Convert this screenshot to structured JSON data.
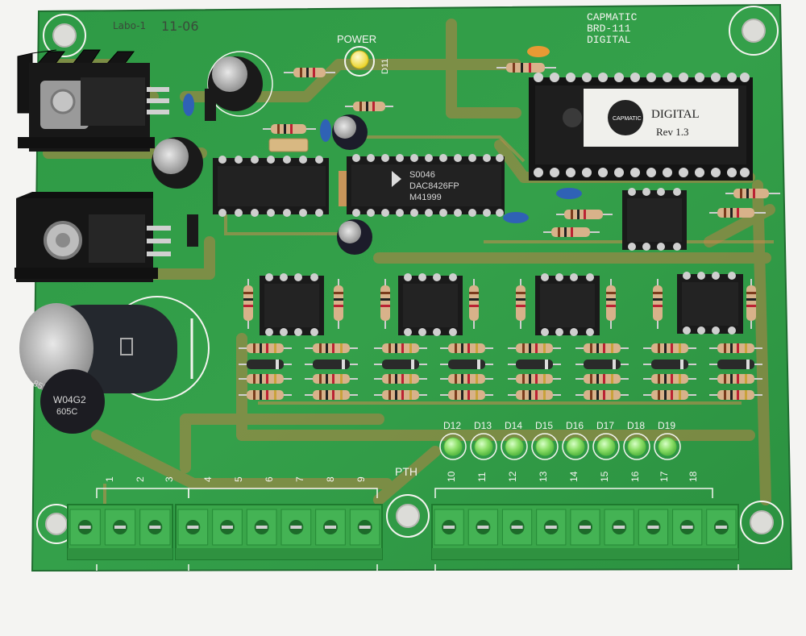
{
  "board": {
    "title_lines": [
      "CAPMATIC",
      "BRD-111",
      "DIGITAL"
    ],
    "power_label": "POWER",
    "power_led_ref": "D11",
    "pth_label": "PTH",
    "handwriting": [
      "Labo-1",
      "11-06"
    ]
  },
  "chips": {
    "eprom_label_brand": "CAPMATIC",
    "eprom_label_title": "DIGITAL",
    "eprom_label_rev": "Rev 1.3",
    "dac_lines": [
      "S0046",
      "DAC8426FP",
      "M41999"
    ]
  },
  "capacitor_marks": {
    "big_cap_text": "85°C",
    "bottom_cap_text": "W04G2",
    "bottom_cap_text2": "605C"
  },
  "leds": [
    {
      "label": "D12"
    },
    {
      "label": "D13"
    },
    {
      "label": "D14"
    },
    {
      "label": "D15"
    },
    {
      "label": "D16"
    },
    {
      "label": "D17"
    },
    {
      "label": "D18"
    },
    {
      "label": "D19"
    }
  ],
  "terminal_numbers": [
    "1",
    "2",
    "3",
    "4",
    "5",
    "6",
    "7",
    "8",
    "9",
    "10",
    "11",
    "12",
    "13",
    "14",
    "15",
    "16",
    "17",
    "18"
  ],
  "colors": {
    "pcb": "#2f9a45",
    "trace": "#b0763d",
    "terminal": "#3aa64a",
    "led_green": "#8fe06a",
    "led_yellow": "#f1e43a"
  }
}
